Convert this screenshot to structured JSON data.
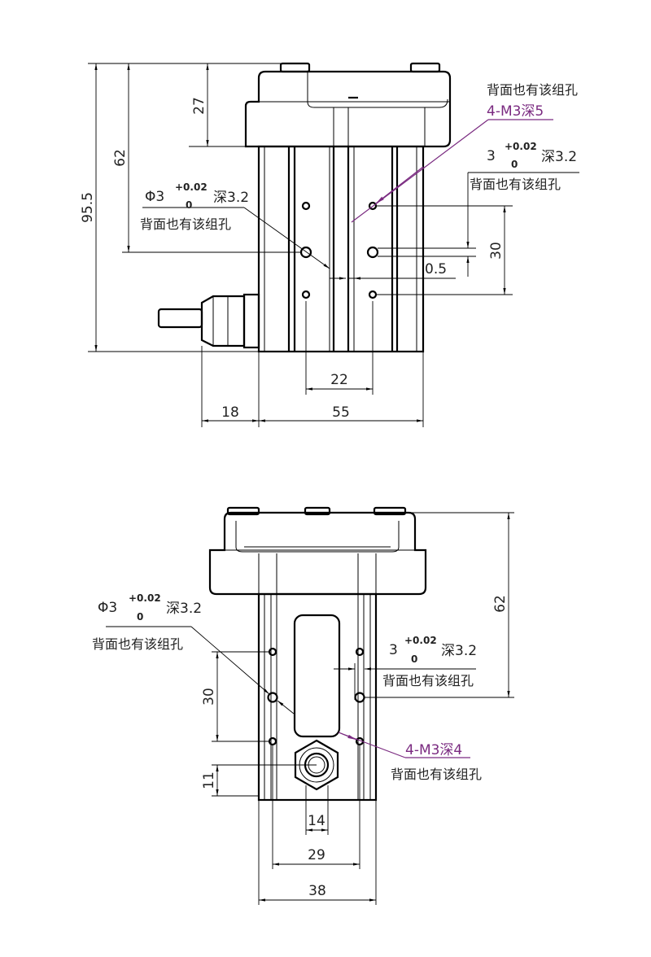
{
  "top_view": {
    "dimensions": {
      "overall_height": "95.5",
      "hole_height": "62",
      "cap_height": "27",
      "hole_spacing_v": "30",
      "hole_spacing_h": "22",
      "offset": "0.5",
      "gland_length": "18",
      "body_width": "55"
    },
    "callout_pin_left": {
      "prefix": "Φ3",
      "tol_upper": "+0.02",
      "tol_lower": "0",
      "depth": "深3.2",
      "note": "背面也有该组孔"
    },
    "callout_pin_right": {
      "prefix": "3",
      "tol_upper": "+0.02",
      "tol_lower": "0",
      "depth": "深3.2",
      "note": "背面也有该组孔"
    },
    "callout_thread": {
      "note": "背面也有该组孔",
      "spec": "4-M3深5"
    }
  },
  "bottom_view": {
    "dimensions": {
      "hole_height": "62",
      "hole_spacing_v": "30",
      "nut_offset": "11",
      "nut_width": "14",
      "hole_spacing_h": "29",
      "body_width": "38"
    },
    "callout_pin_left": {
      "prefix": "Φ3",
      "tol_upper": "+0.02",
      "tol_lower": "0",
      "depth": "深3.2",
      "note": "背面也有该组孔"
    },
    "callout_pin_right": {
      "prefix": "3",
      "tol_upper": "+0.02",
      "tol_lower": "0",
      "depth": "深3.2",
      "note": "背面也有该组孔"
    },
    "callout_thread": {
      "spec": "4-M3深4",
      "note": "背面也有该组孔"
    }
  },
  "colors": {
    "line": "#000000",
    "annotation": "#7a2a80"
  }
}
